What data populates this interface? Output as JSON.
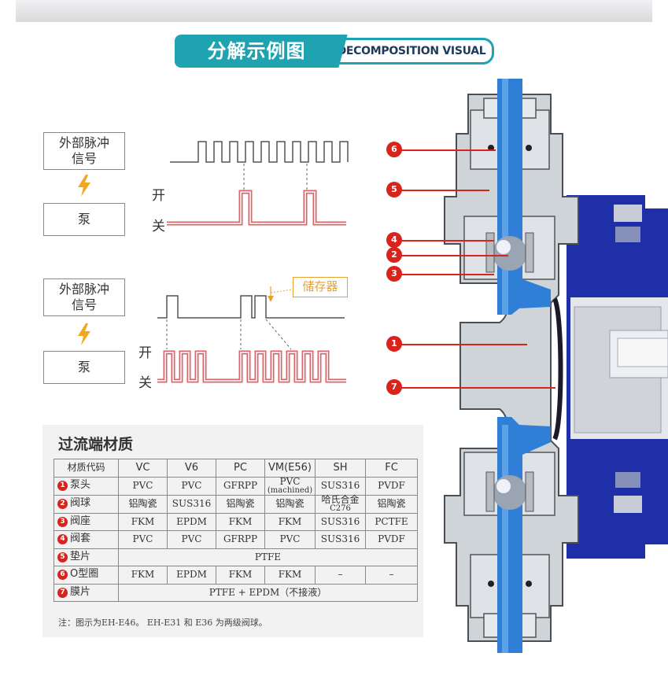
{
  "header": {
    "title_zh": "分解示例图",
    "title_en": "DECOMPOSITION VISUAL"
  },
  "signal_diagram_1": {
    "pulse_label": "外部脉冲信号",
    "pump_label": "泵",
    "on_label": "开",
    "off_label": "关"
  },
  "signal_diagram_2": {
    "pulse_label": "外部脉冲信号",
    "pump_label": "泵",
    "on_label": "开",
    "off_label": "关",
    "memory_label": "储存器"
  },
  "callouts": [
    "6",
    "5",
    "4",
    "2",
    "3",
    "1",
    "7"
  ],
  "colors": {
    "accent": "#1fa3b0",
    "callout": "#d9241c",
    "pulse_line": "#d9646a",
    "flow_blue": "#2f7fd6",
    "motor_blue": "#1f2fa8",
    "body_gray": "#cfd4d9"
  },
  "materials": {
    "title": "过流端材质",
    "columns": [
      "材质代码",
      "VC",
      "V6",
      "PC",
      "VM(E56)",
      "SH",
      "FC"
    ],
    "rows": [
      {
        "num": "1",
        "label": "泵头",
        "cells": [
          "PVC",
          "PVC",
          "GFRPP",
          "PVC|(machined)",
          "SUS316",
          "PVDF"
        ]
      },
      {
        "num": "2",
        "label": "阀球",
        "cells": [
          "铝陶瓷",
          "SUS316",
          "铝陶瓷",
          "铝陶瓷",
          "哈氏合金|C276",
          "铝陶瓷"
        ]
      },
      {
        "num": "3",
        "label": "阀座",
        "cells": [
          "FKM",
          "EPDM",
          "FKM",
          "FKM",
          "SUS316",
          "PCTFE"
        ]
      },
      {
        "num": "4",
        "label": "阀套",
        "cells": [
          "PVC",
          "PVC",
          "GFRPP",
          "PVC",
          "SUS316",
          "PVDF"
        ]
      },
      {
        "num": "5",
        "label": "垫片",
        "span": "PTFE"
      },
      {
        "num": "6",
        "label": "O型圈",
        "cells": [
          "FKM",
          "EPDM",
          "FKM",
          "FKM",
          "–",
          "–"
        ]
      },
      {
        "num": "7",
        "label": "膜片",
        "span": "PTFE + EPDM（不接液）"
      }
    ],
    "note": "注：图示为EH-E46。 EH-E31 和 E36 为两级阀球。"
  }
}
